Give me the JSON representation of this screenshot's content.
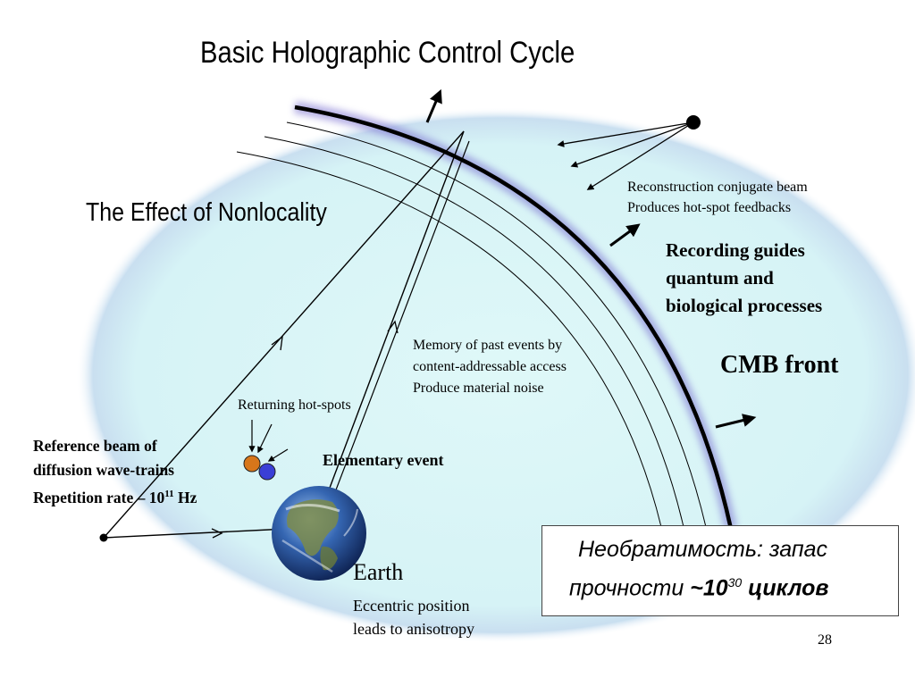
{
  "title": "Basic Holographic Control Cycle",
  "nonlocality": "The Effect of Nonlocality",
  "reconstruction": {
    "line1": "Reconstruction conjugate beam",
    "line2": "Produces hot-spot feedbacks"
  },
  "recording": {
    "line1": "Recording guides",
    "line2": "quantum and",
    "line3": "biological processes"
  },
  "cmb": "CMB front",
  "memory": {
    "line1": "Memory of past events by",
    "line2": "content-addressable access",
    "line3": "Produce material noise"
  },
  "returning": "Returning hot-spots",
  "reference": {
    "line1": "Reference beam of",
    "line2": "diffusion wave-trains",
    "line3_prefix": "Repetition rate – 10",
    "line3_exp": "11",
    "line3_suffix": " Hz"
  },
  "elementary": "Elementary event",
  "earth": {
    "label": "Earth",
    "line1": "Eccentric position",
    "line2": "leads to anisotropy"
  },
  "russian": {
    "line1": "Необратимость: запас",
    "line2_prefix": "прочности  ",
    "line2_bold": "~10",
    "line2_exp": "30",
    "line2_suffix": " циклов"
  },
  "slide_number": "28",
  "colors": {
    "halo": "#dff6f8",
    "front": "#000000",
    "front_glow": "#7a6fd0",
    "hotspot_orange": "#d7761a",
    "hotspot_blue": "#3a3fd6",
    "earth_ocean": "#2a5aa8"
  }
}
